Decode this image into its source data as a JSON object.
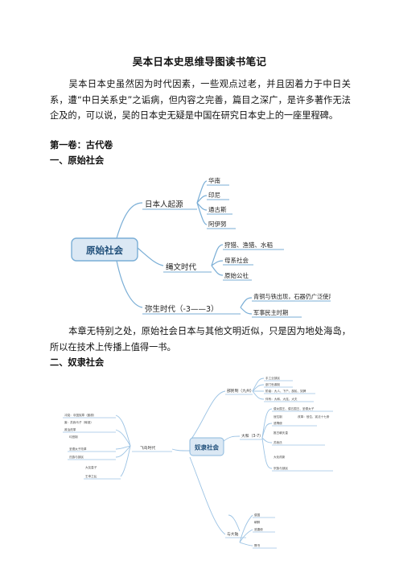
{
  "document": {
    "title": "吴本日本史思维导图读书笔记",
    "intro": "吴本日本史虽然因为时代因素，一些观点过老，并且因着力于中日关系，遭“中日关系史”之诟病，但内容之完善，篇目之深广，是许多著作无法企及的，可以说，吴的日本史无疑是中国在研究日本史上的一座里程碑。",
    "volume_heading": "第一卷：古代卷",
    "section1_heading": "一、原始社会",
    "section1_summary": "本章无特别之处，原始社会日本与其他文明近似，只是因为地处海岛，所以在技术上传播上值得一书。",
    "section2_heading": "二、奴隶社会"
  },
  "mindmap1": {
    "root": "原始社会",
    "branches": [
      {
        "label": "日本人起源",
        "leaves": [
          "华南",
          "印尼",
          "通古斯",
          "阿伊努"
        ]
      },
      {
        "label": "绳文时代",
        "leaves": [
          "狩猎、渔猎、水稻",
          "母系社会",
          "原始公社"
        ]
      },
      {
        "label": "弥生时代（-3——3）",
        "leaves": [
          "青铜与铁出现，石器仍广泛使用",
          "军事民主时期"
        ]
      }
    ]
  },
  "mindmap2": {
    "root": "奴隶社会",
    "branches": [
      {
        "label": "部民制（九州）",
        "leaves": [
          "手工业部民",
          "部门世袭制",
          "阶级：大人、下户、部民、奴婢",
          "伴有：大和、大连、大夫"
        ]
      },
      {
        "label": "大和（3-7）",
        "leaves": [
          "倭女国王、倭五国王、圣德太子",
          "冠位制",
          "改革：冠位、宪法十七条",
          "遣隋使",
          "推古朝天皇",
          "苏我氏",
          "大化改新",
          "宗族与部民"
        ]
      },
      {
        "label": "飞鸟时代",
        "leaves": [
          "冲突：中国宪章（藤原）",
          "废：苏我马子（释迦）",
          "政治改革",
          "均田制",
          "圣德太子改革",
          "氏族与部民",
          "大友皇子",
          "壬申之乱"
        ]
      },
      {
        "label": "与大陆",
        "leaves": [
          "倭国",
          "朝鲜",
          "遣唐使",
          "隋书"
        ]
      }
    ]
  }
}
